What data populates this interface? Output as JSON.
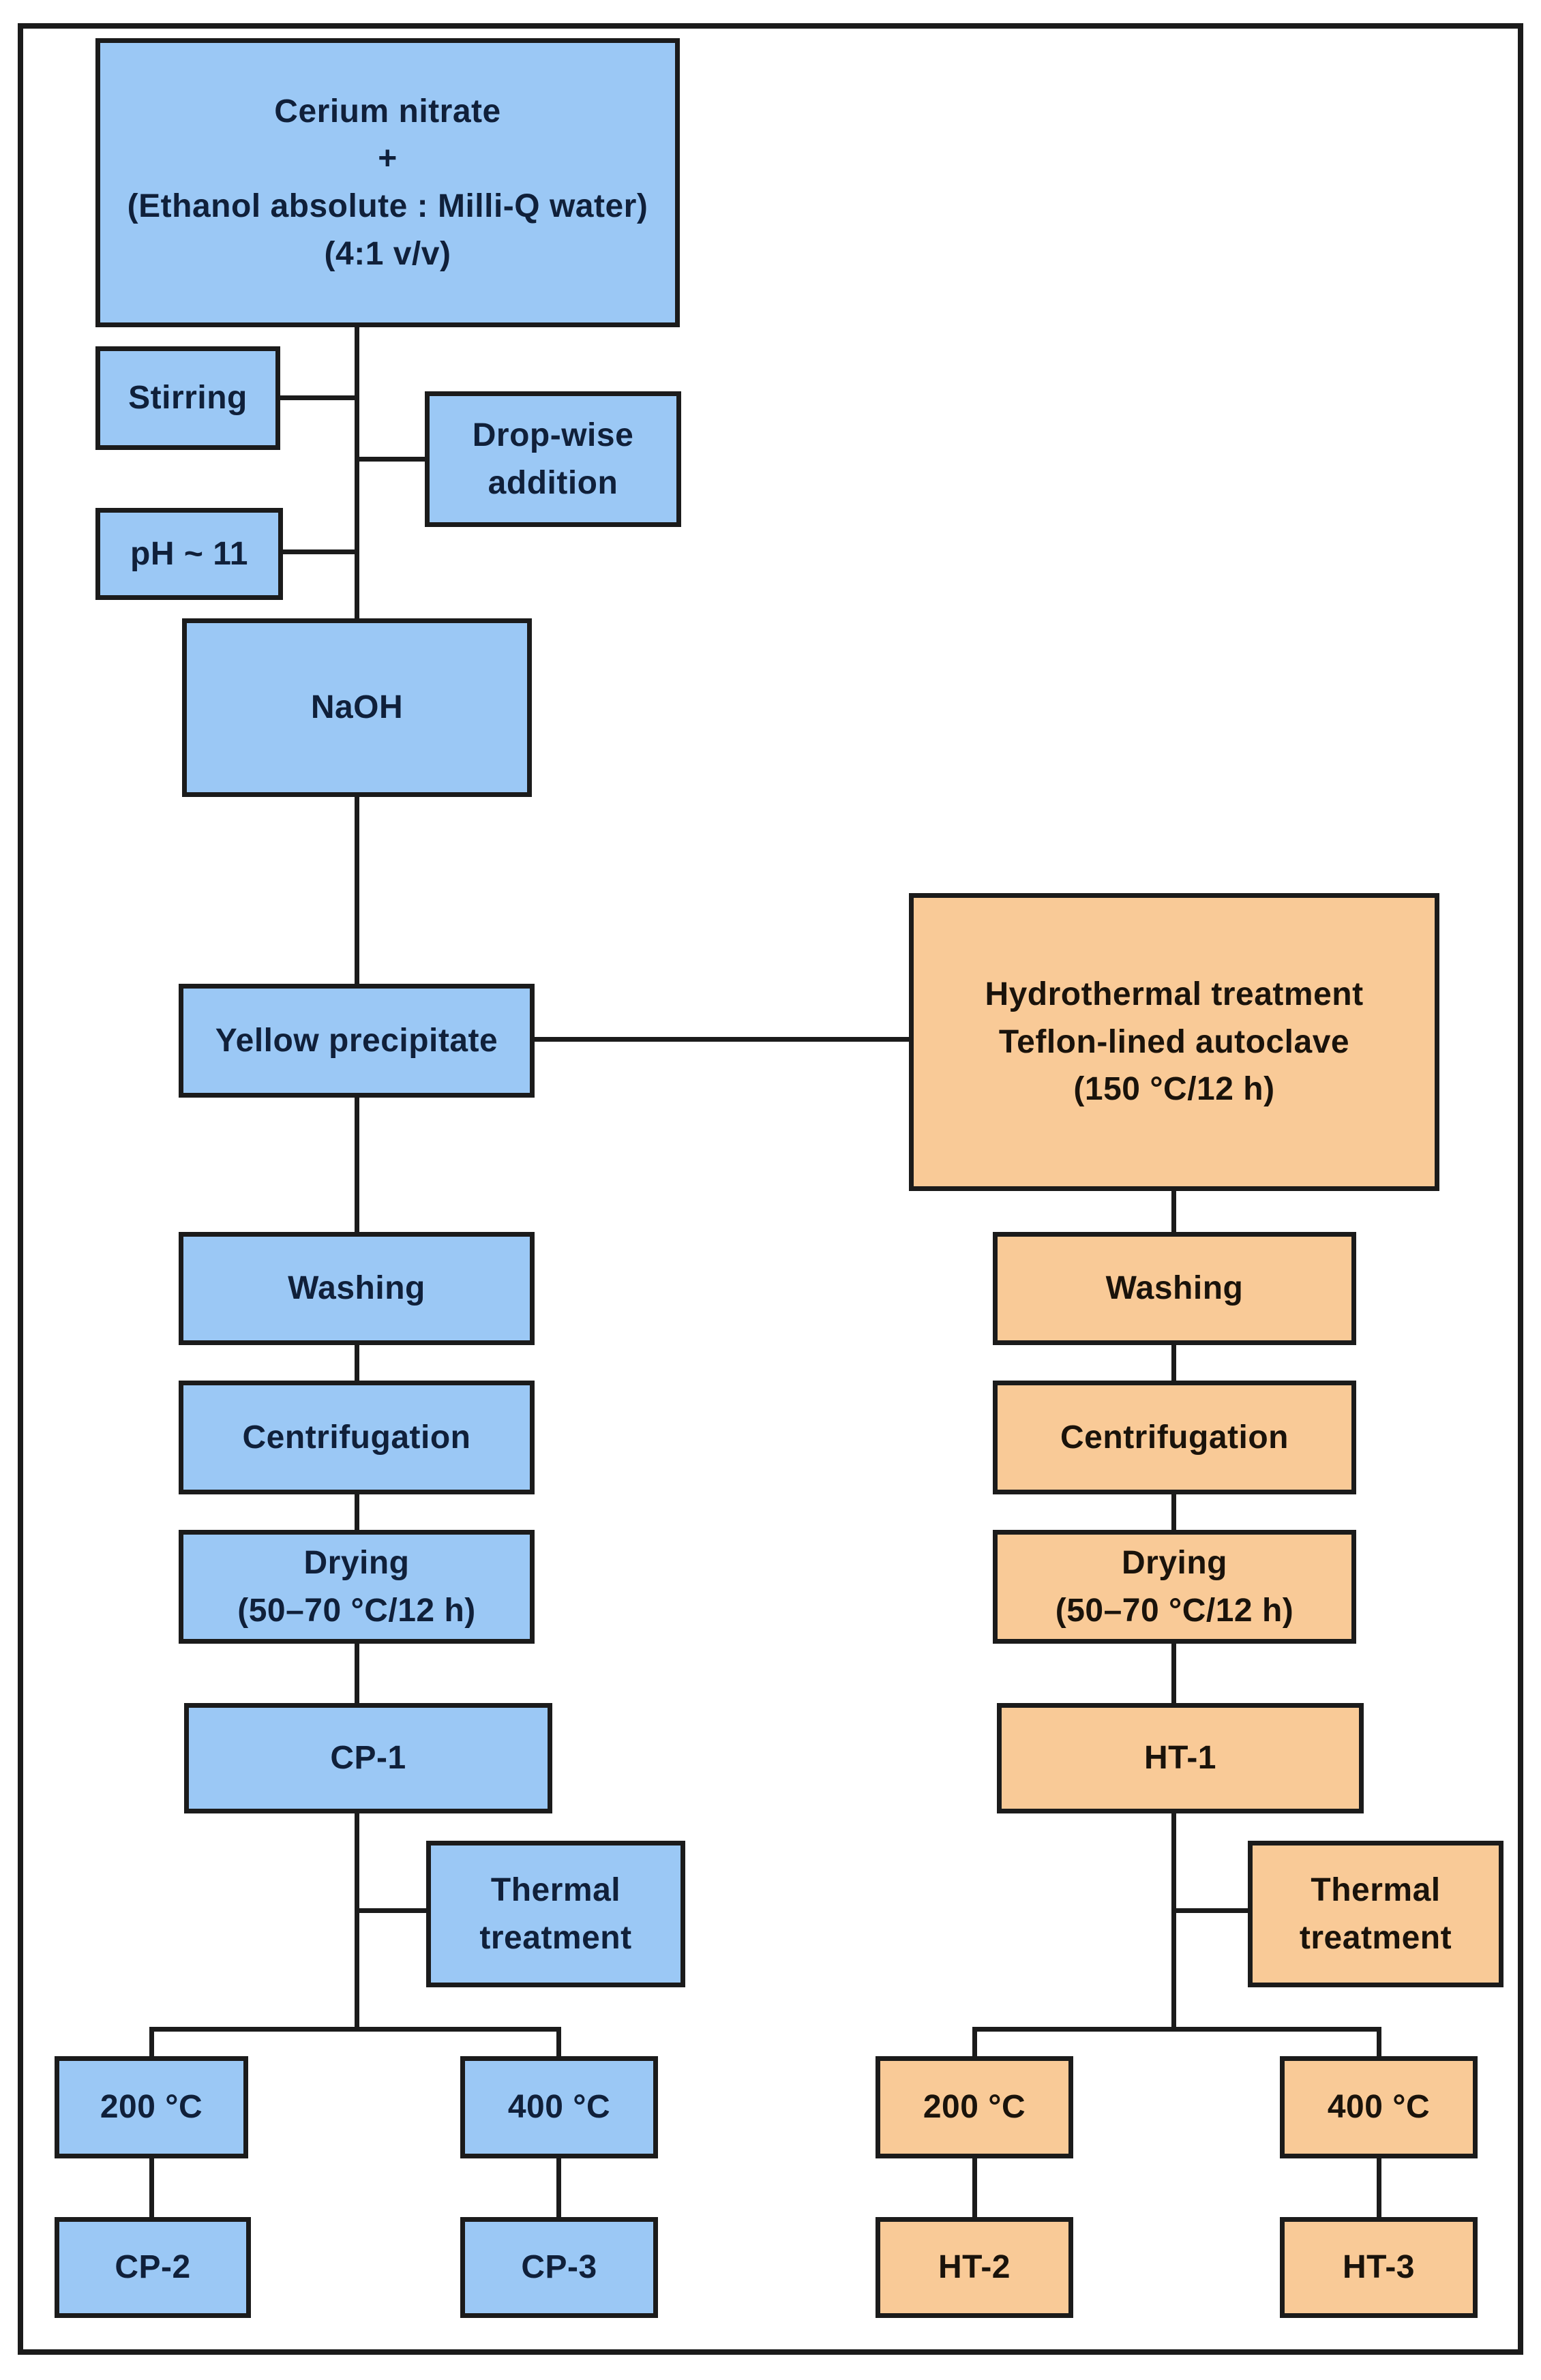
{
  "diagram": {
    "type": "flowchart",
    "description": "Synthesis flowchart of ceria samples by co-precipitation (blue, CP) and hydrothermal (orange, HT) routes",
    "colors": {
      "blue": "#9BC8F5",
      "orange": "#F9CA97",
      "line": "#1B1B1B",
      "blueText": "#10203A",
      "orangeText": "#1A130B",
      "background": "#FFFFFF"
    },
    "nodes": {
      "precursor": "Cerium nitrate\n+\n(Ethanol absolute : Milli-Q water)\n(4:1 v/v)",
      "stirring": "Stirring",
      "dropwise": "Drop-wise\naddition",
      "ph": "pH ~ 11",
      "naoh": "NaOH",
      "yellow_precipitate": "Yellow precipitate",
      "hydrothermal": "Hydrothermal treatment\nTeflon-lined autoclave\n(150 °C/12 h)",
      "cp_washing": "Washing",
      "cp_centrifugation": "Centrifugation",
      "cp_drying": "Drying\n(50–70 °C/12 h)",
      "cp1": "CP-1",
      "cp_thermal": "Thermal\ntreatment",
      "cp_200": "200 °C",
      "cp_400": "400 °C",
      "cp2": "CP-2",
      "cp3": "CP-3",
      "ht_washing": "Washing",
      "ht_centrifugation": "Centrifugation",
      "ht_drying": "Drying\n(50–70 °C/12 h)",
      "ht1": "HT-1",
      "ht_thermal": "Thermal\ntreatment",
      "ht_200": "200 °C",
      "ht_400": "400 °C",
      "ht2": "HT-2",
      "ht3": "HT-3"
    }
  }
}
